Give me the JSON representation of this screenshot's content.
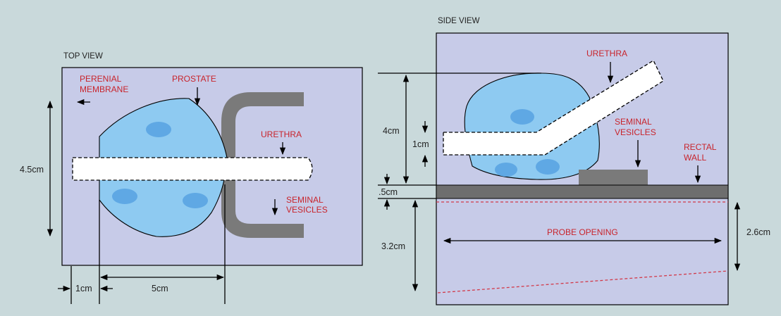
{
  "colors": {
    "background": "#c9d9db",
    "panel": "#c7cbe8",
    "prostate": "#8ecaf1",
    "nodule": "#5fa8e4",
    "gray_structure": "#7a7a7a",
    "rectal_wall": "#6e6e6e",
    "label_red": "#c8242c",
    "dashed_line": "#d23a4a"
  },
  "top_view": {
    "title": "TOP VIEW",
    "labels": {
      "perineal_membrane": [
        "PERENIAL",
        "MEMBRANE"
      ],
      "prostate": "PROSTATE",
      "urethra": "URETHRA",
      "seminal_vesicles": [
        "SEMINAL",
        "VESICLES"
      ]
    },
    "dimensions": {
      "height": "4.5cm",
      "gap": "1cm",
      "width": "5cm"
    }
  },
  "side_view": {
    "title": "SIDE VIEW",
    "labels": {
      "urethra": "URETHRA",
      "seminal_vesicles": [
        "SEMINAL",
        "VESICLES"
      ],
      "rectal_wall": [
        "RECTAL",
        "WALL"
      ],
      "probe_opening": "PROBE OPENING"
    },
    "dimensions": {
      "prostate_height": "4cm",
      "urethra_offset": "1cm",
      "wall_thickness": ".5cm",
      "probe_depth": "3.2cm",
      "opening_height": "2.6cm"
    }
  }
}
